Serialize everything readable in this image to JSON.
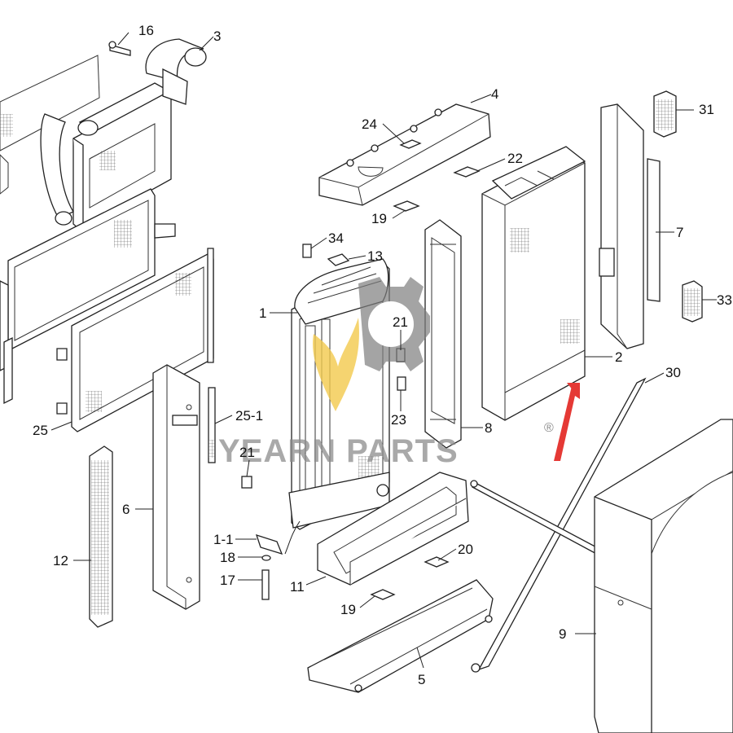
{
  "watermark": {
    "brand_text": "YEARN PARTS",
    "registered_mark": "®",
    "gear_color": "#7d7d7d",
    "flame_color": "#f2c94c",
    "text_color": "#8c8c8c"
  },
  "arrow": {
    "color": "#e53935"
  },
  "callouts": {
    "c16": "16",
    "c3": "3",
    "c4": "4",
    "c24": "24",
    "c22": "22",
    "c31": "31",
    "c19a": "19",
    "c34": "34",
    "c13": "13",
    "c7": "7",
    "c33": "33",
    "c1": "1",
    "c21a": "21",
    "c2": "2",
    "c30": "30",
    "c25": "25",
    "c25_1": "25-1",
    "c21b": "21",
    "c23": "23",
    "c8": "8",
    "c6": "6",
    "c12": "12",
    "c1_1": "1-1",
    "c18": "18",
    "c17": "17",
    "c11": "11",
    "c20": "20",
    "c19b": "19",
    "c5": "5",
    "c9": "9"
  }
}
